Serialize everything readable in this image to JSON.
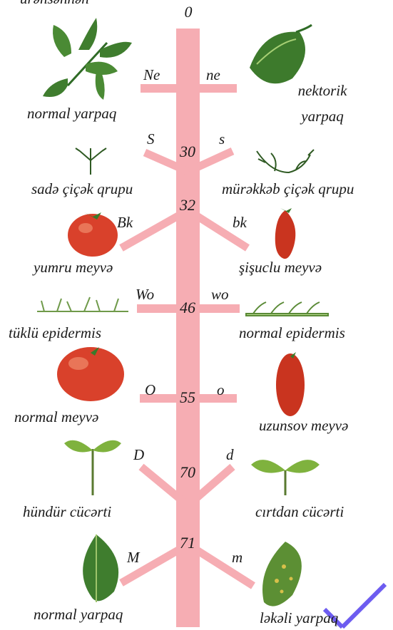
{
  "header_fragment": "ürənsənnən",
  "origin": "0",
  "loci": [
    {
      "position": "",
      "left_gene": "Ne",
      "right_gene": "ne",
      "left_trait": "normal yarpaq",
      "right_trait_line1": "nektorik",
      "right_trait_line2": "yarpaq"
    },
    {
      "position": "30",
      "left_gene": "S",
      "right_gene": "s",
      "left_trait": "sadə çiçək qrupu",
      "right_trait": "mürəkkəb çiçək qrupu"
    },
    {
      "position": "32",
      "left_gene": "Bk",
      "right_gene": "bk",
      "left_trait": "yumru meyvə",
      "right_trait": "şişuclu meyvə"
    },
    {
      "position": "46",
      "left_gene": "Wo",
      "right_gene": "wo",
      "left_trait": "tüklü epidermis",
      "right_trait": "normal epidermis"
    },
    {
      "position": "55",
      "left_gene": "O",
      "right_gene": "o",
      "left_trait": "normal meyvə",
      "right_trait": "uzunsov meyvə"
    },
    {
      "position": "70",
      "left_gene": "D",
      "right_gene": "d",
      "left_trait": "hündür cücərti",
      "right_trait": "cırtdan cücərti"
    },
    {
      "position": "71",
      "left_gene": "M",
      "right_gene": "m",
      "left_trait": "normal yarpaq",
      "right_trait": "ləkəli yarpaq"
    }
  ],
  "colors": {
    "chromosome": "#f6adb3",
    "leaf_dark": "#2f6b26",
    "leaf_light": "#8fbf4d",
    "tomato": "#d9412b",
    "accent": "#6d5cf0"
  }
}
